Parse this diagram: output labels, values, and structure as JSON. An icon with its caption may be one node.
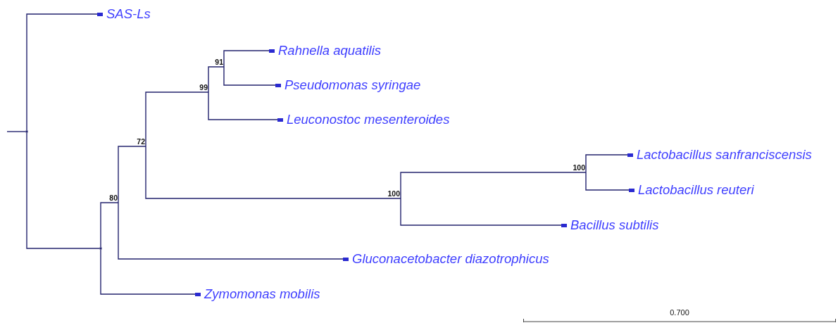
{
  "diagram": {
    "nodes": [
      {
        "text": [],
        "shape": "point"
      },
      {
        "text": [
          "SAS-Ls"
        ]
      },
      {
        "text": [],
        "shape": "point"
      },
      {
        "text": [
          "80"
        ]
      },
      {
        "text": [
          "72"
        ]
      },
      {
        "text": [
          "99"
        ]
      },
      {
        "text": [
          "91"
        ]
      },
      {
        "text": [
          "Rahnella aquatilis"
        ]
      },
      {
        "text": [
          "Pseudomonas syringae"
        ]
      },
      {
        "text": [
          "Leuconostoc mesenteroides"
        ]
      },
      {
        "text": [
          "100"
        ]
      },
      {
        "text": [
          "100"
        ]
      },
      {
        "text": [
          "Lactobacillus sanfranciscensis"
        ]
      },
      {
        "text": [
          "Lactobacillus reuteri"
        ]
      },
      {
        "text": [
          "Bacillus subtilis"
        ]
      },
      {
        "text": [
          "Gluconacetobacter diazotrophicus"
        ]
      },
      {
        "text": [
          "Zymomonas mobilis"
        ]
      }
    ],
    "edges": [
      {
        "from": null,
        "to": 0,
        "arrow": "none"
      },
      {
        "from": 0,
        "to": 1,
        "arrow": "none"
      },
      {
        "from": 0,
        "to": 2,
        "arrow": "none"
      },
      {
        "from": 2,
        "to": 3,
        "arrow": "none"
      },
      {
        "from": 2,
        "to": 16,
        "arrow": "none"
      },
      {
        "from": 3,
        "to": 4,
        "arrow": "none"
      },
      {
        "from": 3,
        "to": 15,
        "arrow": "none"
      },
      {
        "from": 4,
        "to": 5,
        "arrow": "none"
      },
      {
        "from": 4,
        "to": 10,
        "arrow": "none"
      },
      {
        "from": 5,
        "to": 6,
        "arrow": "none"
      },
      {
        "from": 5,
        "to": 9,
        "arrow": "none"
      },
      {
        "from": 6,
        "to": 7,
        "arrow": "none"
      },
      {
        "from": 6,
        "to": 8,
        "arrow": "none"
      },
      {
        "from": 10,
        "to": 11,
        "arrow": "none"
      },
      {
        "from": 10,
        "to": 14,
        "arrow": "none"
      },
      {
        "from": 11,
        "to": 12,
        "arrow": "none"
      },
      {
        "from": 11,
        "to": 13,
        "arrow": "none"
      }
    ],
    "labels": [
      "0.700"
    ]
  }
}
